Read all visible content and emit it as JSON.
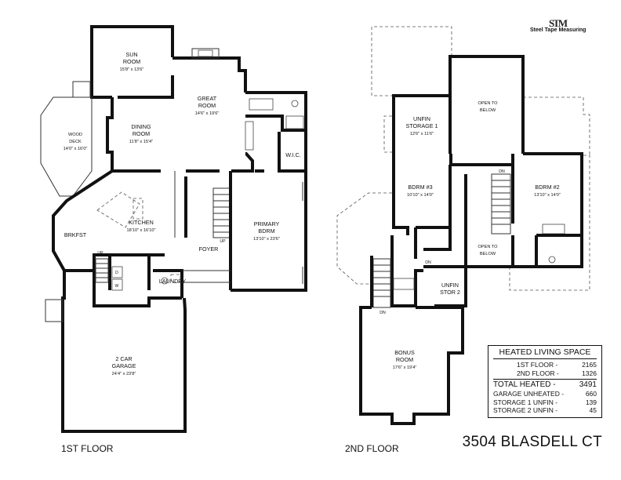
{
  "brand": {
    "logo_text": "STM",
    "name": "Steel Tape Measuring"
  },
  "address": "3504 BLASDELL CT",
  "floors": {
    "first": {
      "label": "1ST FLOOR",
      "rooms": {
        "sun_room": {
          "name": "SUN\nROOM",
          "dims": "15'8\" x 13'6\""
        },
        "great_room": {
          "name": "GREAT\nROOM",
          "dims": "14'6\" x 19'6\""
        },
        "dining_room": {
          "name": "DINING\nROOM",
          "dims": "11'8\" x 15'4\""
        },
        "wood_deck": {
          "name": "WOOD\nDECK",
          "dims": "14'0\" x 16'0\""
        },
        "kitchen": {
          "name": "KITCHEN",
          "dims": "18'10\" x 16'10\""
        },
        "brkfst": {
          "name": "BRKFST"
        },
        "primary_bdrm": {
          "name": "PRIMARY\nBDRM",
          "dims": "13'10\" x 23'6\""
        },
        "wic": {
          "name": "W.I.C."
        },
        "foyer": {
          "name": "FOYER"
        },
        "laundry": {
          "name": "LAUNDRY"
        },
        "garage": {
          "name": "2 CAR\nGARAGE",
          "dims": "24'4\" x 23'8\""
        }
      },
      "stair_labels": {
        "up_stairs": "UP",
        "up_laundry": "UP"
      },
      "appliance_labels": {
        "dryer": "D",
        "washer": "W"
      }
    },
    "second": {
      "label": "2ND FLOOR",
      "rooms": {
        "unfin_storage_1": {
          "name": "UNFIN\nSTORAGE 1",
          "dims": "12'6\" x 11'6\""
        },
        "open_to_below_top": {
          "name": "OPEN TO\nBELOW"
        },
        "bdrm_3": {
          "name": "BDRM #3",
          "dims": "10'10\" x 14'0\""
        },
        "bdrm_2": {
          "name": "BDRM #2",
          "dims": "13'10\" x 14'0\""
        },
        "open_to_below_mid": {
          "name": "OPEN TO\nBELOW"
        },
        "unfin_stor_2": {
          "name": "UNFIN\nSTOR 2"
        },
        "bonus_room": {
          "name": "BONUS\nROOM",
          "dims": "17'6\" x 19'4\""
        }
      },
      "stair_labels": {
        "dn_right": "DN",
        "dn_hall": "DN",
        "dn_bonus": "DN"
      }
    }
  },
  "area_table": {
    "title": "HEATED LIVING SPACE",
    "rows": [
      {
        "label": "1ST FLOOR -",
        "value": "2165"
      },
      {
        "label": "2ND FLOOR -",
        "value": "1326"
      }
    ],
    "total": {
      "label": "TOTAL HEATED -",
      "value": "3491"
    },
    "extra": [
      {
        "label": "GARAGE UNHEATED -",
        "value": "660"
      },
      {
        "label": "STORAGE 1 UNFIN -",
        "value": "139"
      },
      {
        "label": "STORAGE 2 UNFIN -",
        "value": "45"
      }
    ]
  }
}
